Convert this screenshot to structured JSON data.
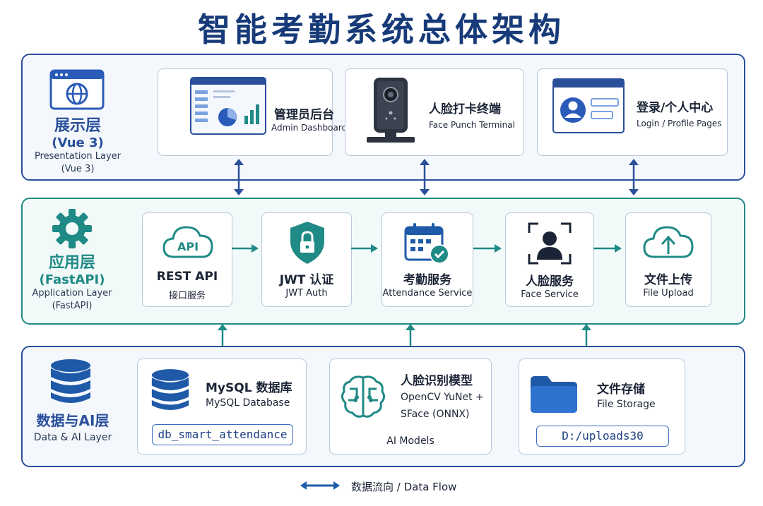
{
  "title": "智能考勤系统总体架构",
  "colors": {
    "navy": "#173a78",
    "blue": "#2a4f9a",
    "teal": "#1f8a86",
    "accent": "#3b6bc2"
  },
  "presentation": {
    "name_cn": "展示层",
    "name_sub": "(Vue 3)",
    "name_en": "Presentation Layer",
    "name_en2": "(Vue 3)",
    "icon": "browser-globe-icon",
    "cards": [
      {
        "cn": "管理员后台",
        "en": "Admin Dashboard",
        "icon": "dashboard-chart-icon"
      },
      {
        "cn": "人脸打卡终端",
        "en": "Face Punch Terminal",
        "icon": "camera-terminal-icon"
      },
      {
        "cn": "登录/个人中心",
        "en": "Login / Profile Pages",
        "icon": "profile-page-icon"
      }
    ]
  },
  "application": {
    "name_cn": "应用层",
    "name_sub": "(FastAPI)",
    "name_en": "Application Layer",
    "name_en2": "(FastAPI)",
    "icon": "gear-icon",
    "services": [
      {
        "cn": "REST API",
        "en": "接口服务",
        "icon": "api-cloud-icon",
        "icon_text": "API"
      },
      {
        "cn": "JWT 认证",
        "en": "JWT Auth",
        "icon": "shield-lock-icon"
      },
      {
        "cn": "考勤服务",
        "en": "Attendance Service",
        "icon": "calendar-check-icon"
      },
      {
        "cn": "人脸服务",
        "en": "Face Service",
        "icon": "face-scan-icon"
      },
      {
        "cn": "文件上传",
        "en": "File Upload",
        "icon": "cloud-upload-icon"
      }
    ]
  },
  "data": {
    "name_cn": "数据与AI层",
    "name_en": "Data & AI Layer",
    "icon": "database-icon",
    "cards": [
      {
        "cn": "MySQL 数据库",
        "en": "MySQL Database",
        "value": "db_smart_attendance",
        "icon": "database-icon"
      },
      {
        "cn": "人脸识别模型",
        "en": "OpenCV YuNet +",
        "en2": "SFace (ONNX)",
        "caption": "AI Models",
        "icon": "brain-circuit-icon"
      },
      {
        "cn": "文件存储",
        "en": "File Storage",
        "value": "D:/uploads30",
        "icon": "folder-icon"
      }
    ]
  },
  "legend": {
    "text": "数据流向 / Data Flow",
    "icon": "double-arrow-icon"
  }
}
